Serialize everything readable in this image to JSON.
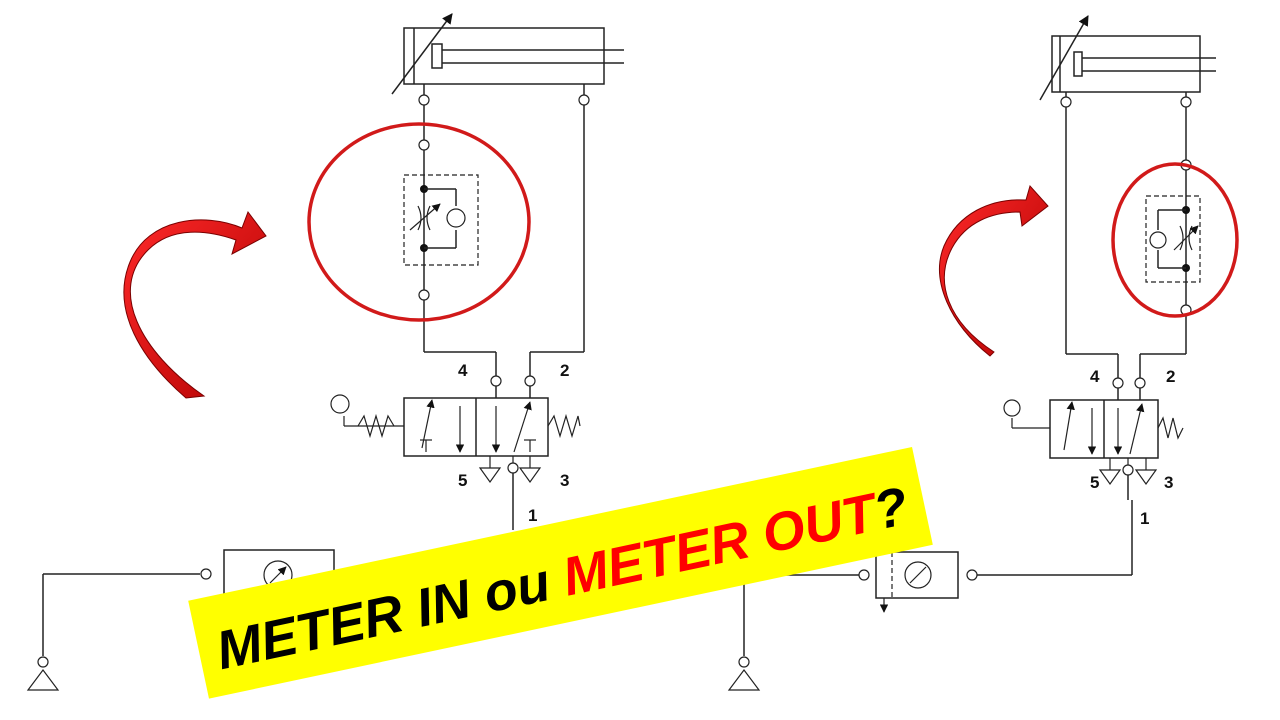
{
  "left_circuit": {
    "labels": {
      "port_4": "4",
      "port_2": "2",
      "port_5": "5",
      "port_3": "3",
      "port_1": "1"
    }
  },
  "right_circuit": {
    "labels": {
      "port_4": "4",
      "port_2": "2",
      "port_5": "5",
      "port_3": "3",
      "port_1": "1"
    }
  },
  "banner": {
    "part1": "METER IN ou ",
    "part2": "METER OUT",
    "part3": "?"
  },
  "colors": {
    "highlight": "#d11a1a",
    "banner_bg": "#ffff00",
    "banner_text": "#000000",
    "accent_text": "#ff0000"
  }
}
